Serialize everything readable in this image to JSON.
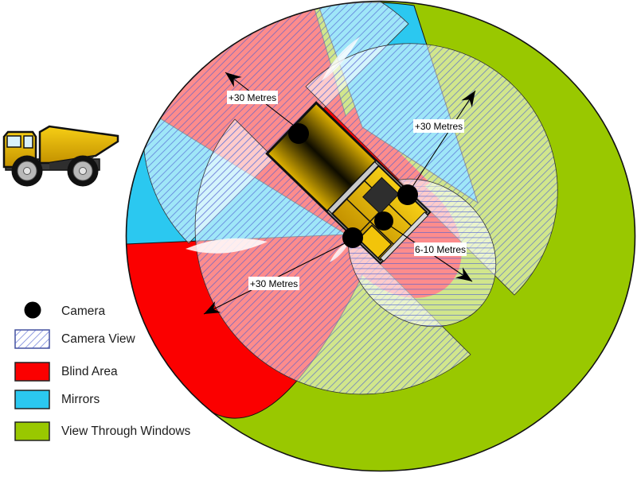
{
  "diagram": {
    "name": "haul-truck-visibility-zones",
    "annotations": [
      {
        "id": "rear-camera-range",
        "text": "+30 Metres"
      },
      {
        "id": "right-camera-range",
        "text": "+30 Metres"
      },
      {
        "id": "front-left-camera-range",
        "text": "+30 Metres"
      },
      {
        "id": "front-camera-range",
        "text": "6-10 Metres"
      }
    ]
  },
  "legend": {
    "items": [
      {
        "label": "Camera",
        "swatch": "dot",
        "color": "#000000"
      },
      {
        "label": "Camera View",
        "swatch": "hatch",
        "color": "#4a5fd0"
      },
      {
        "label": "Blind Area",
        "swatch": "rect",
        "color": "#fb0000"
      },
      {
        "label": "Mirrors",
        "swatch": "rect",
        "color": "#2bc8f0"
      },
      {
        "label": "View Through Windows",
        "swatch": "rect",
        "color": "#99c800"
      }
    ]
  },
  "colors": {
    "blind_area": "#fb0000",
    "mirrors": "#2bc8f0",
    "view_through_windows": "#99c800",
    "hatch_line": "#4a5fd0",
    "camera_dot": "#000000",
    "truck_yellow": "#e8b500",
    "outline": "#111111"
  }
}
